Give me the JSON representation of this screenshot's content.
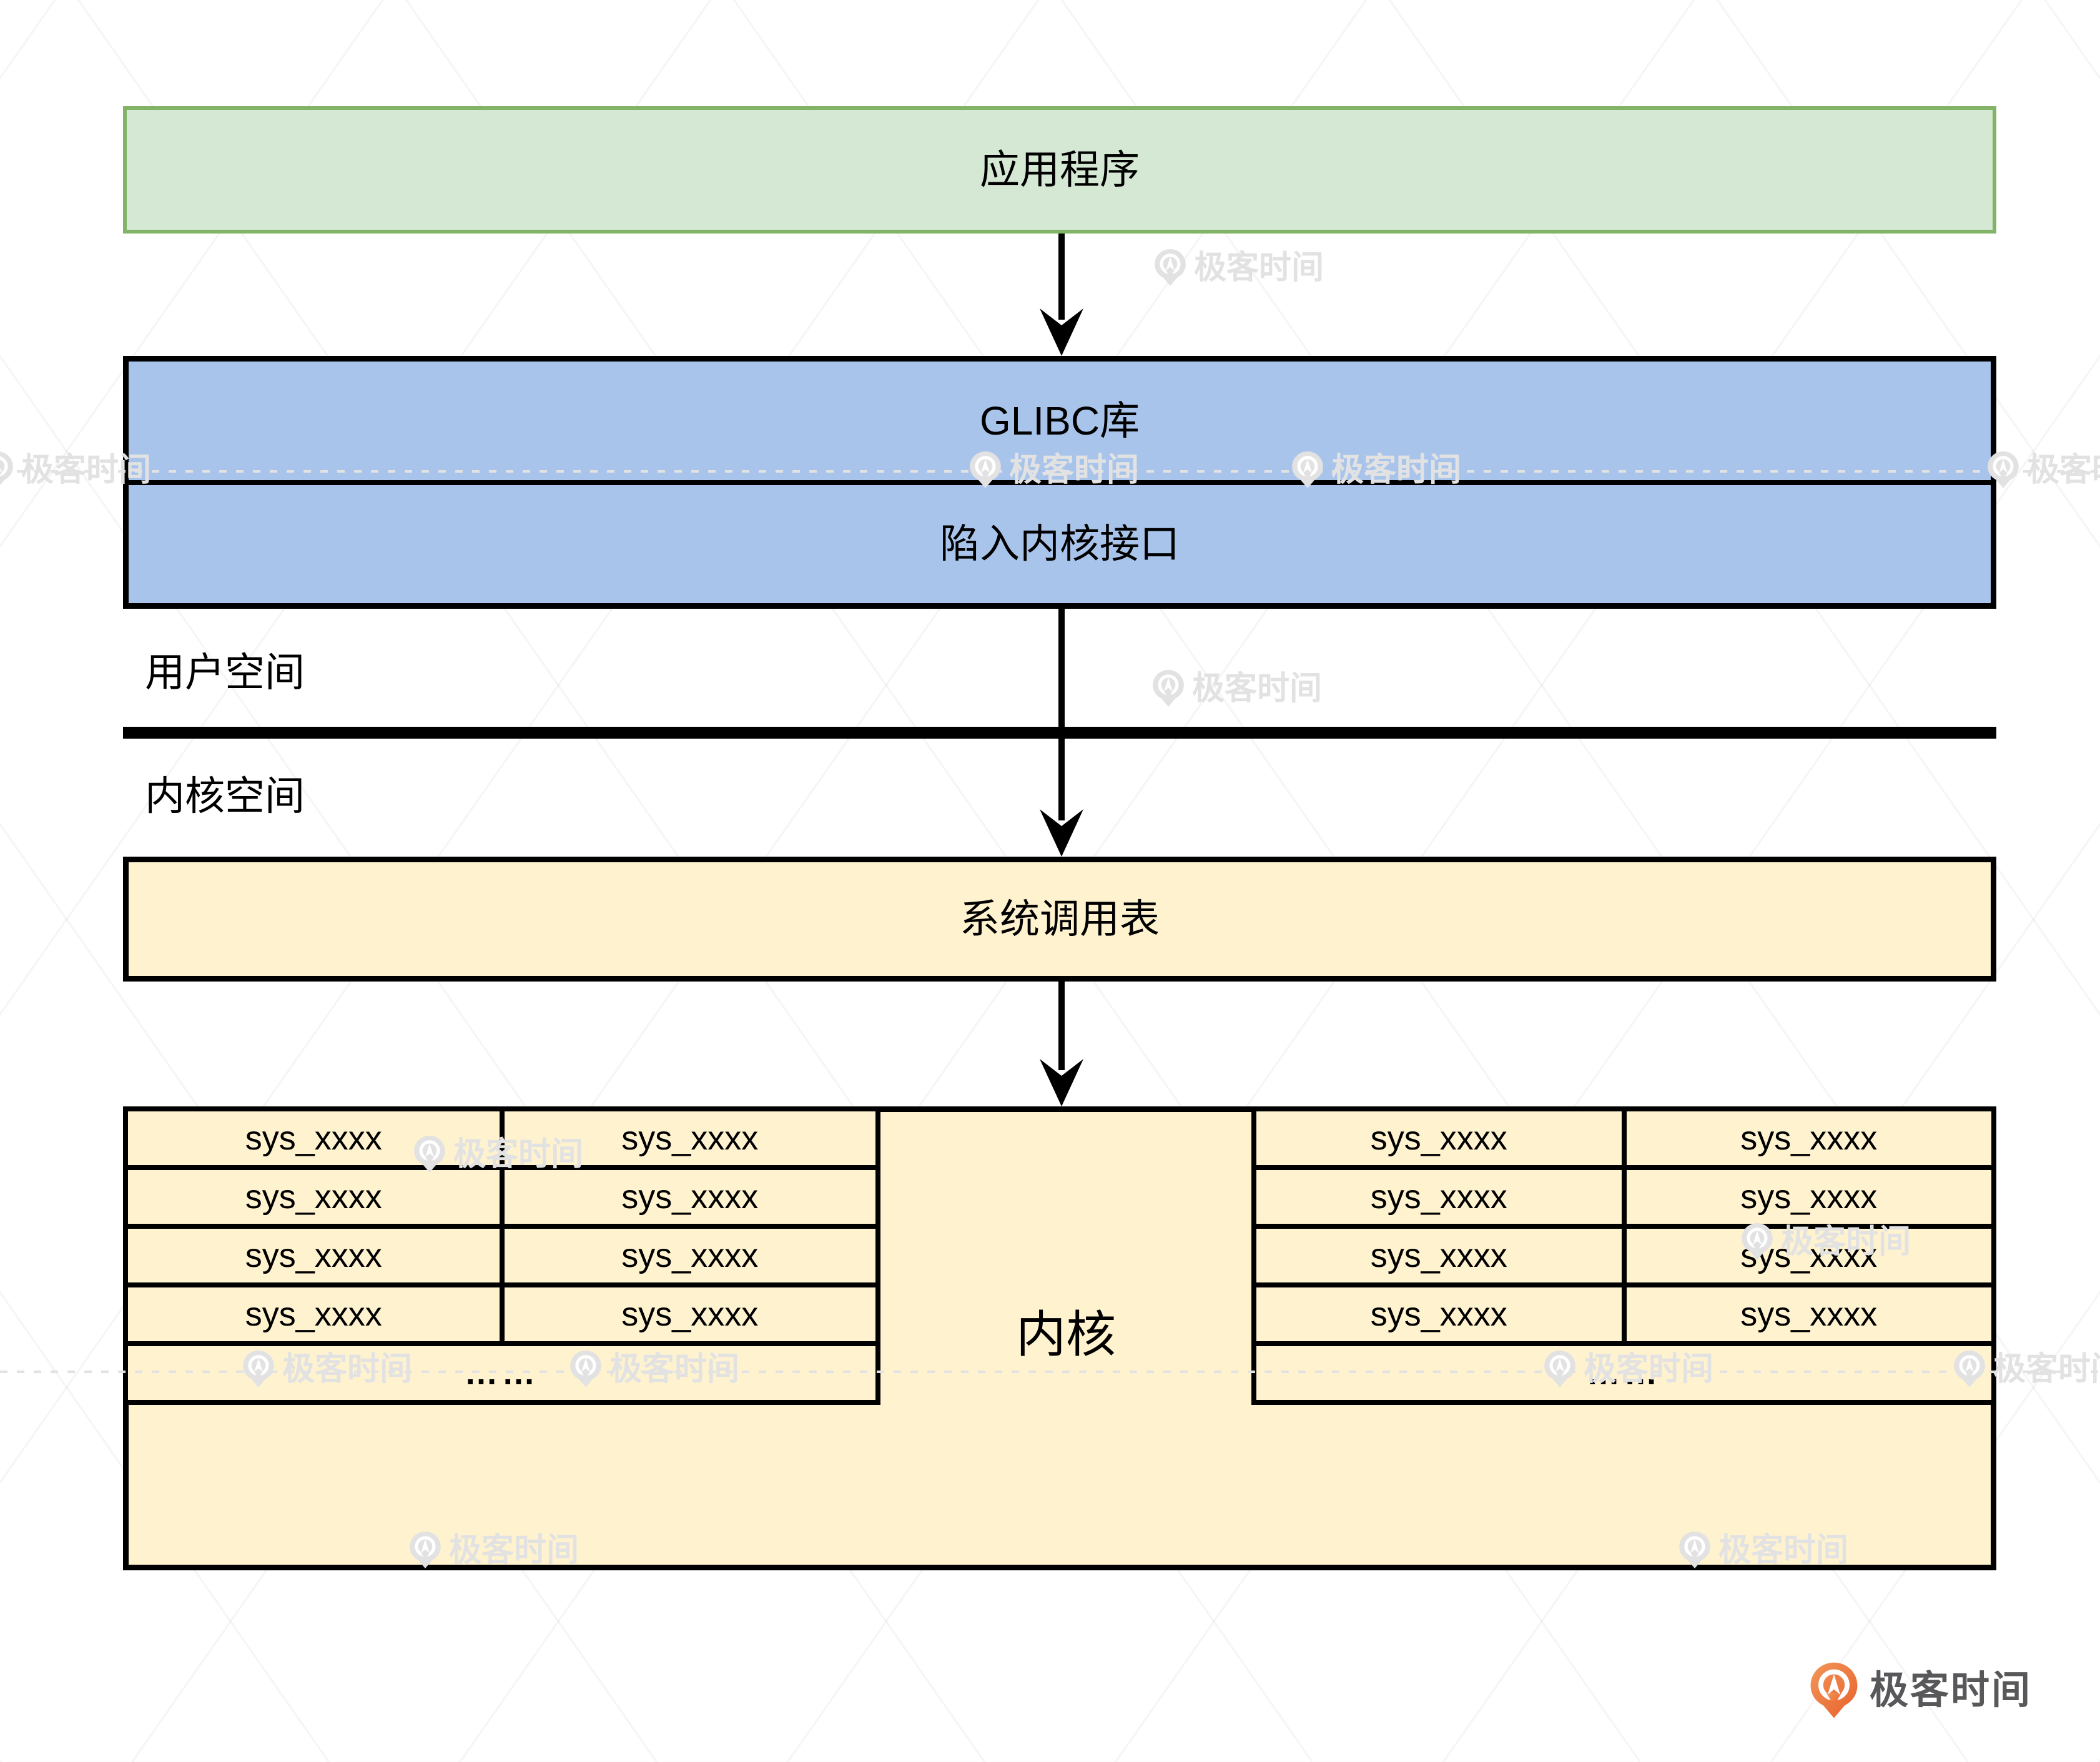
{
  "diagram": {
    "nodes": {
      "application": "应用程序",
      "glibc": "GLIBC库",
      "trap_interface": "陷入内核接口",
      "syscall_table": "系统调用表",
      "kernel": "内核"
    },
    "space_labels": {
      "user": "用户空间",
      "kernel": "内核空间"
    },
    "sys_tables": {
      "cell_label": "sys_xxxx",
      "ellipsis_label": "……",
      "left_rows": [
        [
          "sys_xxxx",
          "sys_xxxx"
        ],
        [
          "sys_xxxx",
          "sys_xxxx"
        ],
        [
          "sys_xxxx",
          "sys_xxxx"
        ],
        [
          "sys_xxxx",
          "sys_xxxx"
        ],
        "……"
      ],
      "right_rows": [
        [
          "sys_xxxx",
          "sys_xxxx"
        ],
        [
          "sys_xxxx",
          "sys_xxxx"
        ],
        [
          "sys_xxxx",
          "sys_xxxx"
        ],
        [
          "sys_xxxx",
          "sys_xxxx"
        ],
        "……"
      ]
    }
  },
  "watermark": {
    "text": "极客时间"
  },
  "logo": {
    "text": "极客时间"
  },
  "colors": {
    "green_fill": "#d5e8d4",
    "green_border": "#82b366",
    "blue_fill": "#a9c4eb",
    "yellow_fill": "#fff2cf",
    "border_black": "#000000",
    "watermark_gray": "#e2e2e2",
    "logo_orange_light": "#f2975b",
    "logo_orange_dark": "#e8602a",
    "logo_text": "#58585a"
  }
}
